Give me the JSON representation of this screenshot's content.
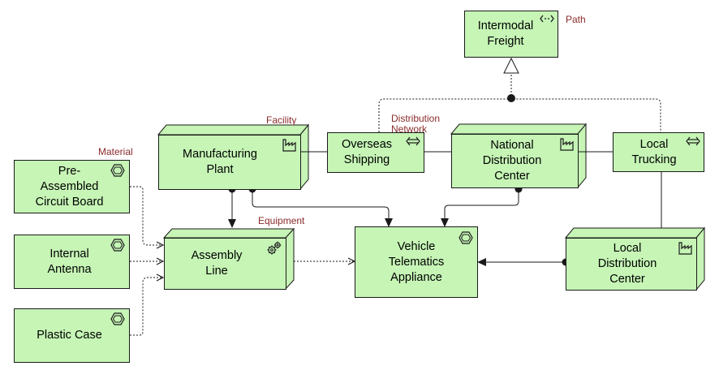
{
  "colors": {
    "fill": "#c6f5b6",
    "stroke": "#1a1a1a",
    "tag_text": "#8b2b2b"
  },
  "elements": {
    "intermodal_freight": {
      "label": "Intermodal\nFreight",
      "icon": "path-icon"
    },
    "manufacturing_plant": {
      "label": "Manufacturing\nPlant",
      "icon": "facility-icon"
    },
    "overseas_shipping": {
      "label": "Overseas\nShipping",
      "icon": "path-icon"
    },
    "national_distribution_center": {
      "label": "National\nDistribution\nCenter",
      "icon": "facility-icon"
    },
    "local_trucking": {
      "label": "Local\nTrucking",
      "icon": "path-icon"
    },
    "pre_assembled_circuit_board": {
      "label": "Pre-\nAssembled\nCircuit Board",
      "icon": "material-icon"
    },
    "internal_antenna": {
      "label": "Internal\nAntenna",
      "icon": "material-icon"
    },
    "plastic_case": {
      "label": "Plastic Case",
      "icon": "material-icon"
    },
    "assembly_line": {
      "label": "Assembly\nLine",
      "icon": "equipment-icon"
    },
    "vehicle_telematics_appliance": {
      "label": "Vehicle\nTelematics\nAppliance",
      "icon": "material-icon"
    },
    "local_distribution_center": {
      "label": "Local\nDistribution\nCenter",
      "icon": "facility-icon"
    }
  },
  "type_tags": {
    "path": "Path",
    "facility": "Facility",
    "distribution_network": "Distribution\nNetwork",
    "material": "Material",
    "equipment": "Equipment"
  }
}
